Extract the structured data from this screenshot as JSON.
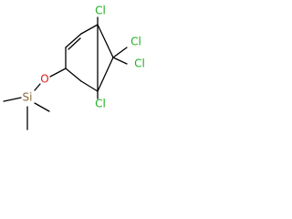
{
  "molecule": {
    "atoms": {
      "cl_top": "Cl",
      "cl_right_upper": "Cl",
      "cl_right_lower": "Cl",
      "cl_bottom": "Cl",
      "oxygen": "O",
      "silicon": "Si"
    },
    "colors": {
      "bond": "#000000",
      "chlorine": "#1fae1f",
      "oxygen": "#e01b1b",
      "silicon": "#8a6b38"
    }
  }
}
